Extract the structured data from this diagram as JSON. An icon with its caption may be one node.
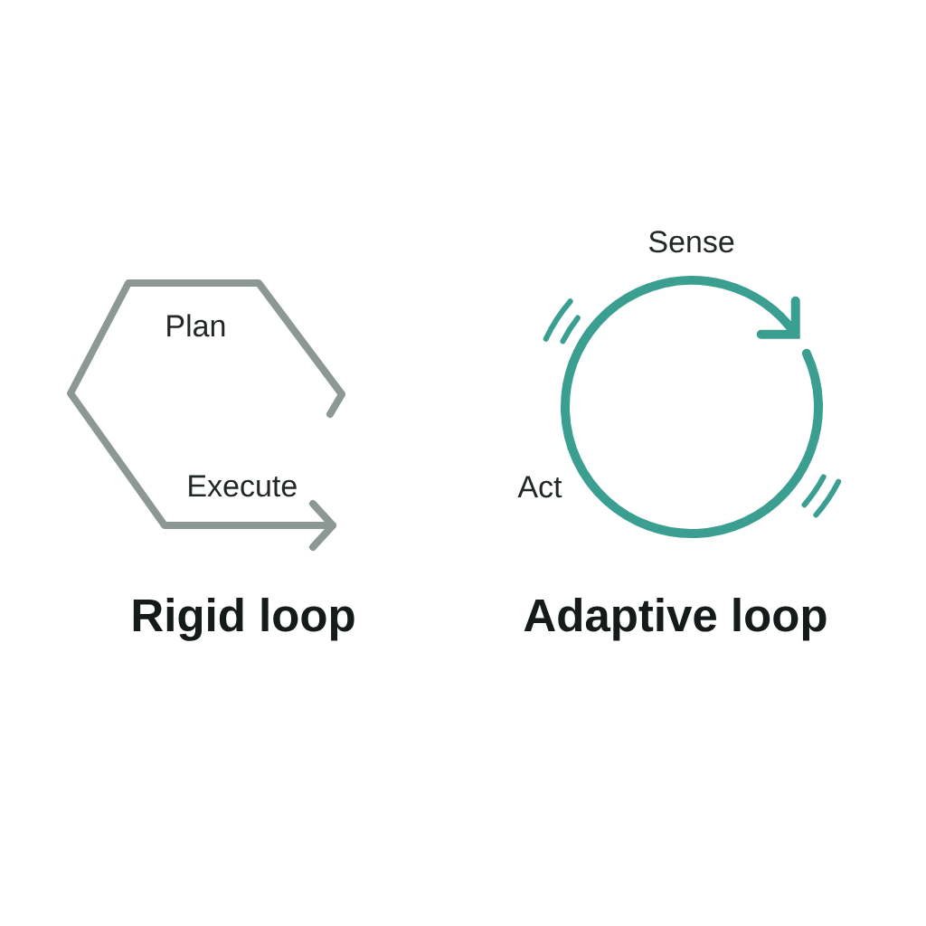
{
  "diagram": {
    "labels": [
      "Plan",
      "Execute",
      "Rigid loop",
      "Sense",
      "Act",
      "Adaptive loop"
    ]
  }
}
